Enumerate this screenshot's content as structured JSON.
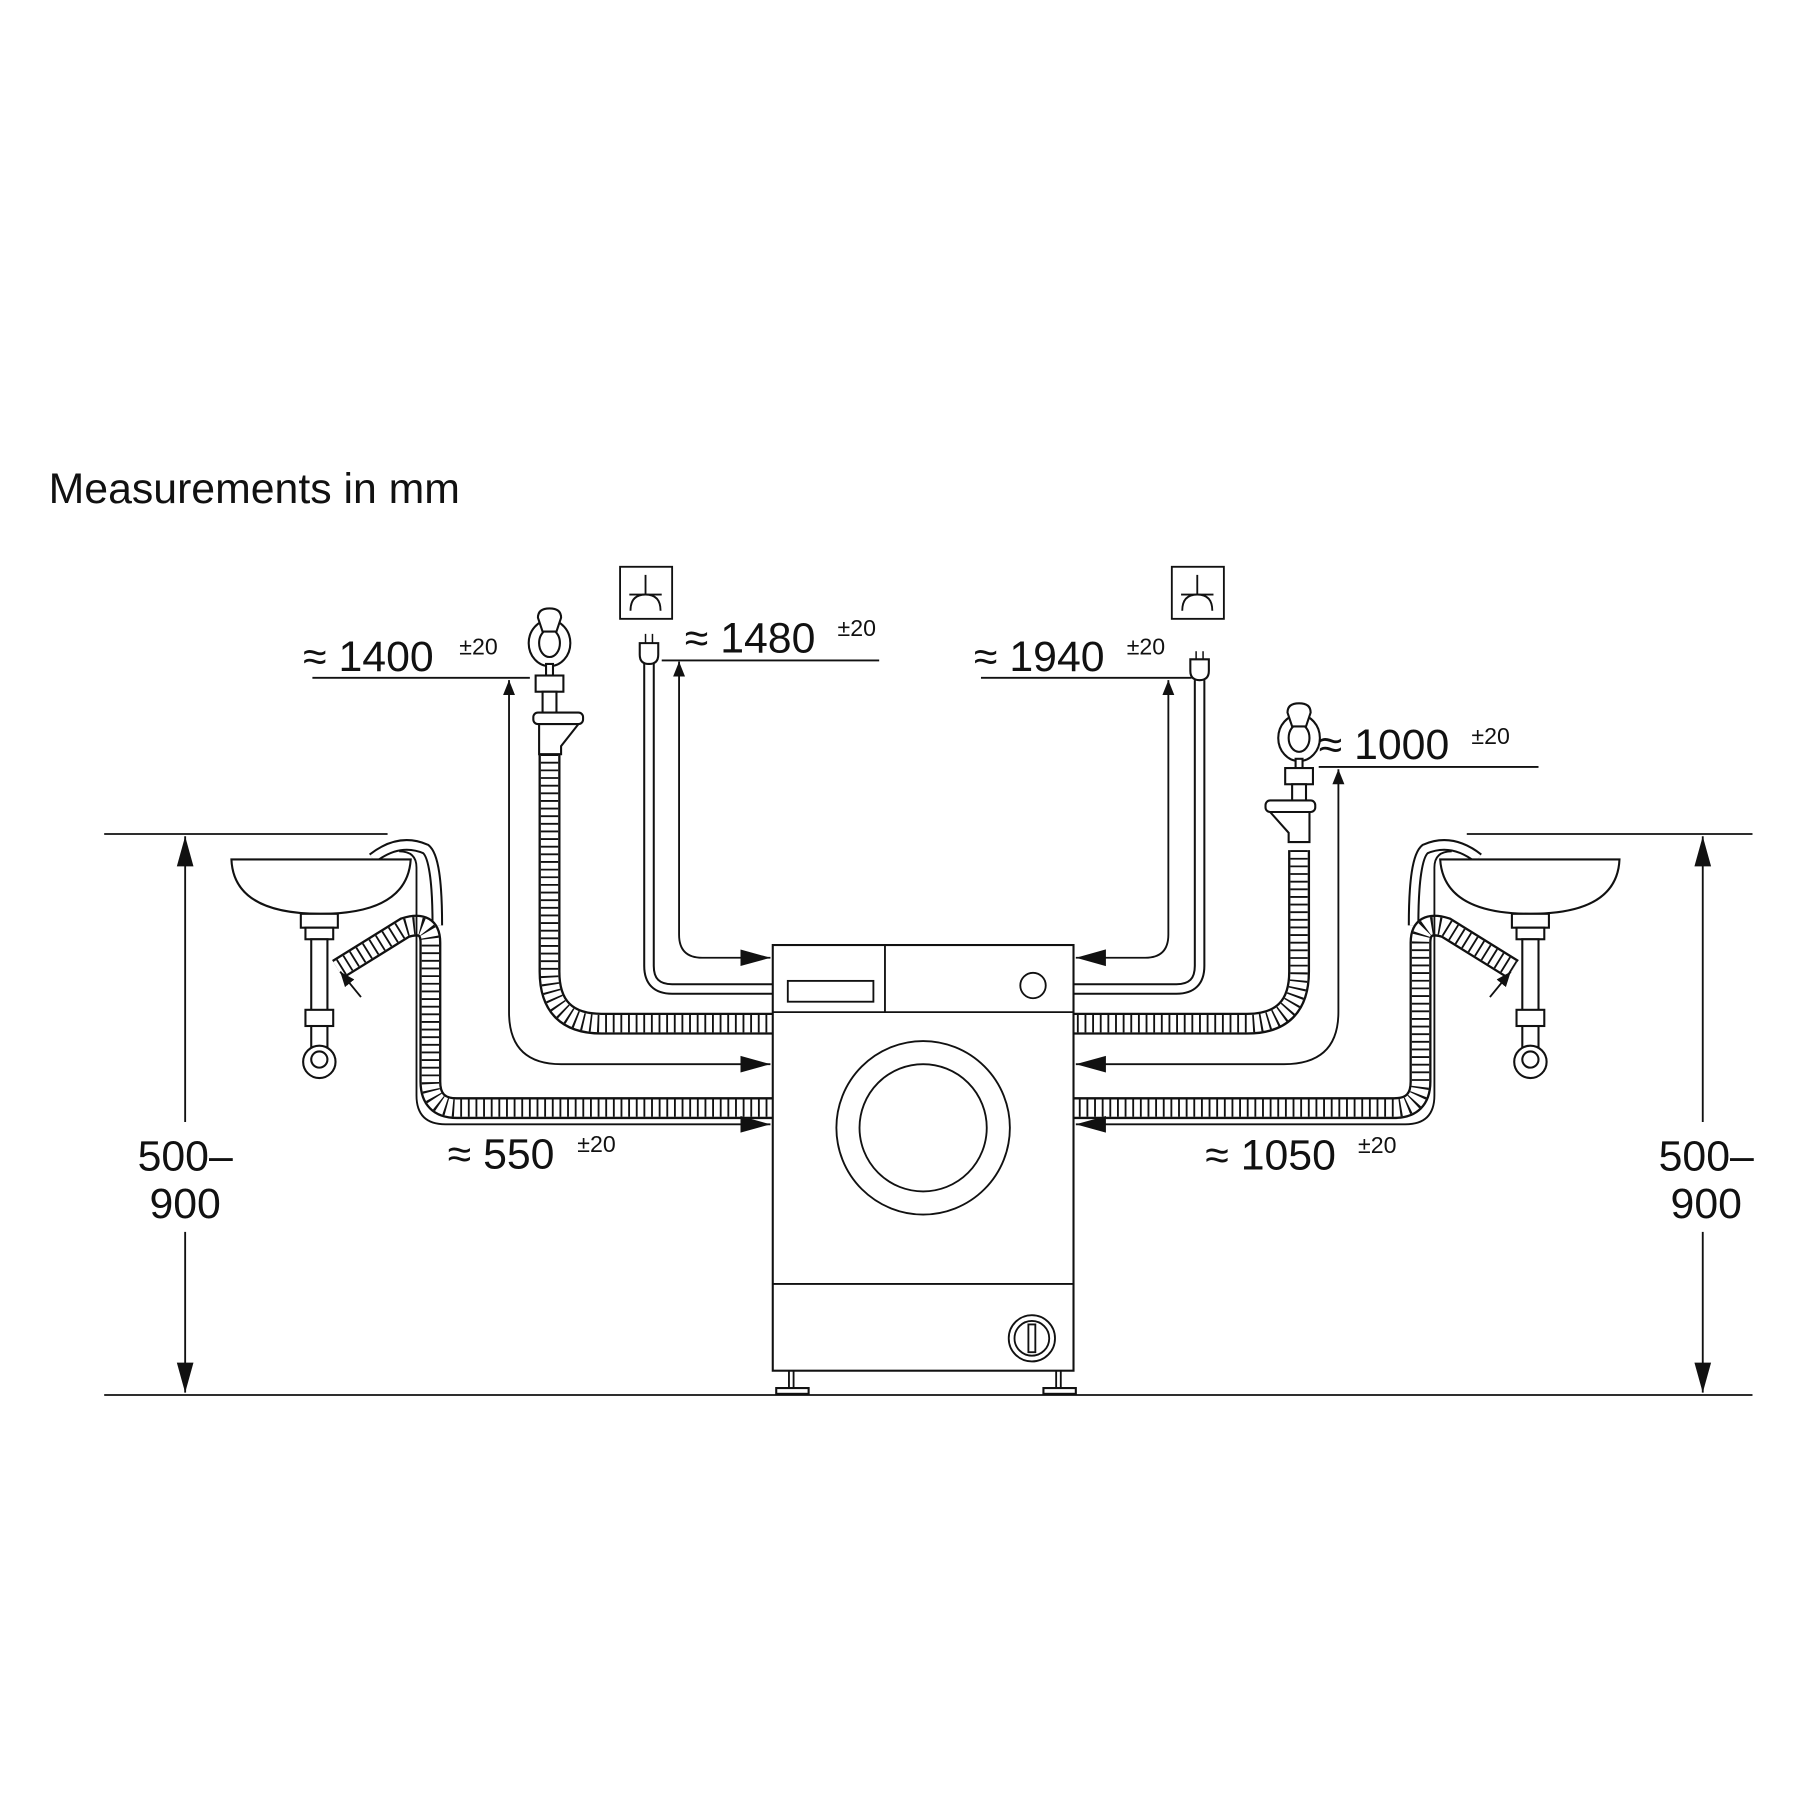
{
  "title": "Measurements in mm",
  "dimensions": {
    "inlet_left": {
      "approx": "≈ 1400",
      "tol": "±20"
    },
    "power_left": {
      "approx": "≈ 1480",
      "tol": "±20"
    },
    "power_right": {
      "approx": "≈ 1940",
      "tol": "±20"
    },
    "inlet_right": {
      "approx": "≈ 1000",
      "tol": "±20"
    },
    "drain_left": {
      "approx": "≈ 550",
      "tol": "±20"
    },
    "drain_right": {
      "approx": "≈ 1050",
      "tol": "±20"
    },
    "height_left": {
      "line1": "500–",
      "line2": "900"
    },
    "height_right": {
      "line1": "500–",
      "line2": "900"
    }
  },
  "icons": [
    "socket-symbol",
    "power-plug",
    "water-tap",
    "sink",
    "washing-machine"
  ],
  "colors": {
    "ink": "#111111",
    "background": "#ffffff"
  }
}
